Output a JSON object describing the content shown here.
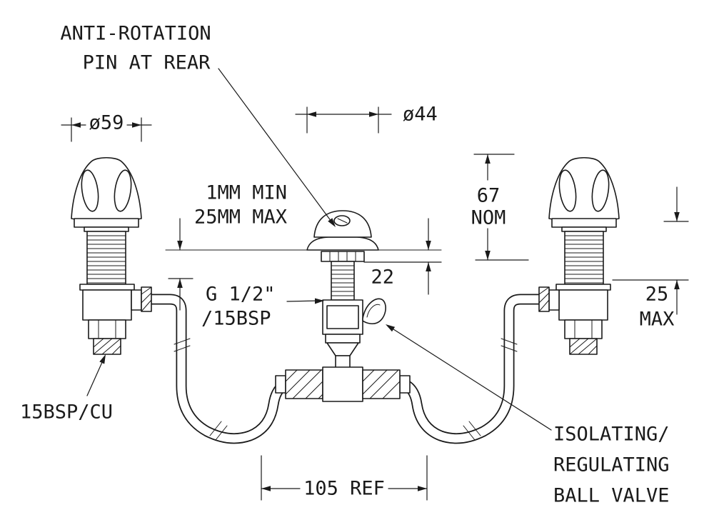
{
  "page": {
    "title": "Tap installation technical drawing",
    "colors": {
      "ink": "#1a1a1a",
      "background": "#ffffff"
    }
  },
  "annotations": {
    "anti_rotation": {
      "line1": "ANTI-ROTATION",
      "line2": "PIN AT REAR"
    },
    "left_handle_diameter": "ø59",
    "center_flange_diameter": "ø44",
    "handle_height": {
      "value": "67",
      "qualifier": "NOM"
    },
    "deck_gap": {
      "min": "1MM MIN",
      "max": "25MM MAX"
    },
    "thread_projection": "22",
    "thread_spec": {
      "line1": "G 1/2\"",
      "line2": "/15BSP"
    },
    "deck_thickness": {
      "value": "25",
      "qualifier": "MAX"
    },
    "inlet_connection": "15BSP/CU",
    "centres_reference": "105 REF",
    "ball_valve": {
      "line1": "ISOLATING/",
      "line2": "REGULATING",
      "line3": "BALL VALVE"
    }
  }
}
